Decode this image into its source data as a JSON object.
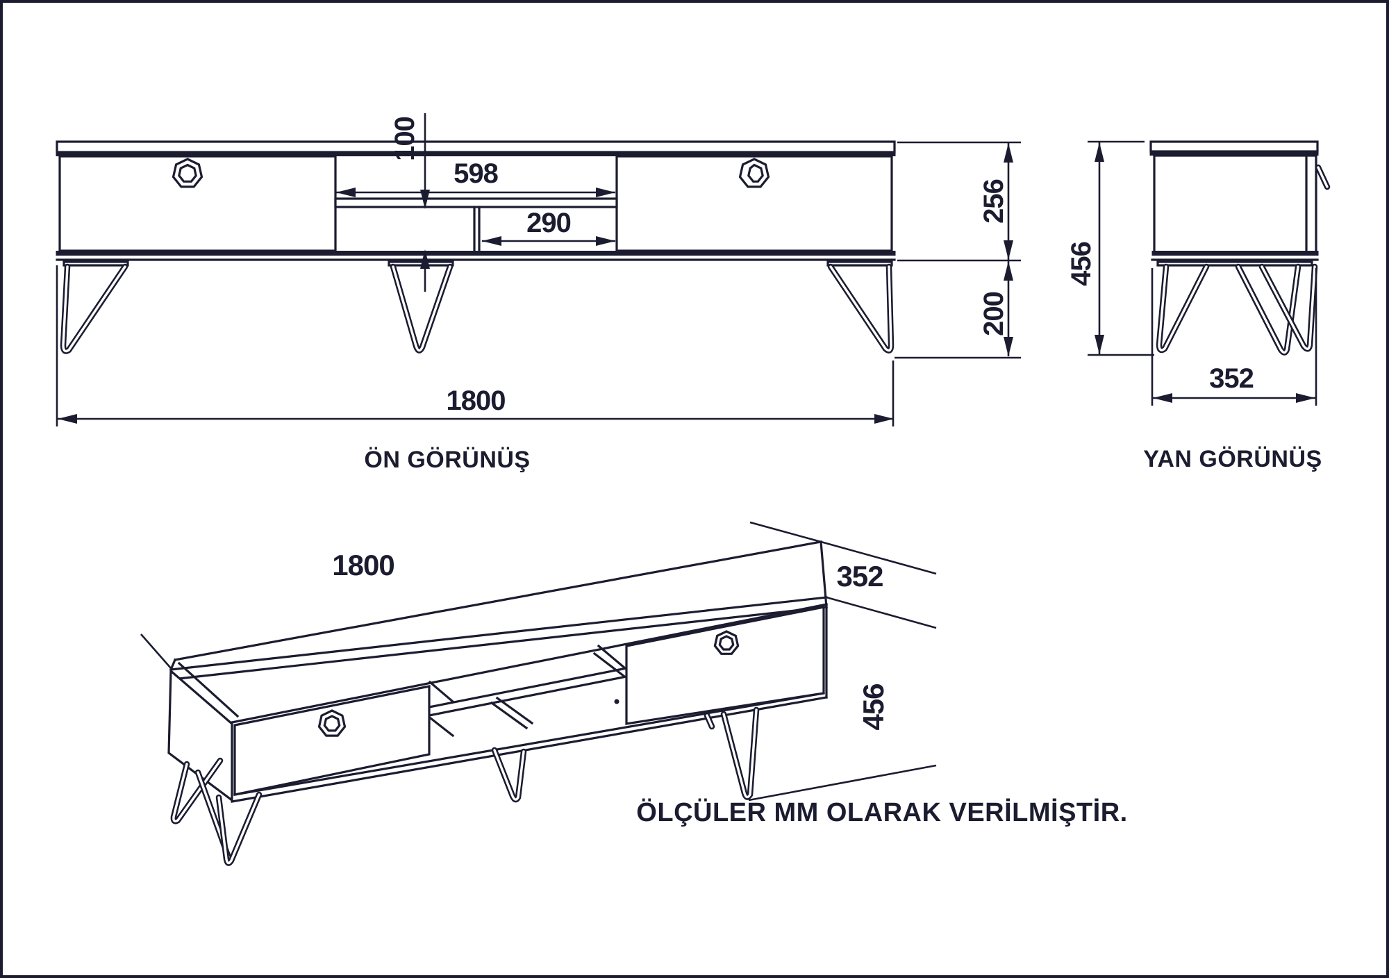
{
  "page": {
    "ink": "#1b1c30",
    "background": "#ffffff"
  },
  "front_view": {
    "label": "ÖN GÖRÜNÜŞ",
    "dims": {
      "total_width": "1800",
      "opening_width": "598",
      "inner_width": "290",
      "opening_height": "100",
      "carcass_height": "256",
      "leg_height": "200"
    }
  },
  "side_view": {
    "label": "YAN GÖRÜNÜŞ",
    "dims": {
      "total_height": "456",
      "depth": "352"
    }
  },
  "iso_view": {
    "dims": {
      "total_width": "1800",
      "depth": "352",
      "total_height": "456"
    }
  },
  "footer": {
    "note": "ÖLÇÜLER MM OLARAK VERİLMİŞTİR."
  }
}
